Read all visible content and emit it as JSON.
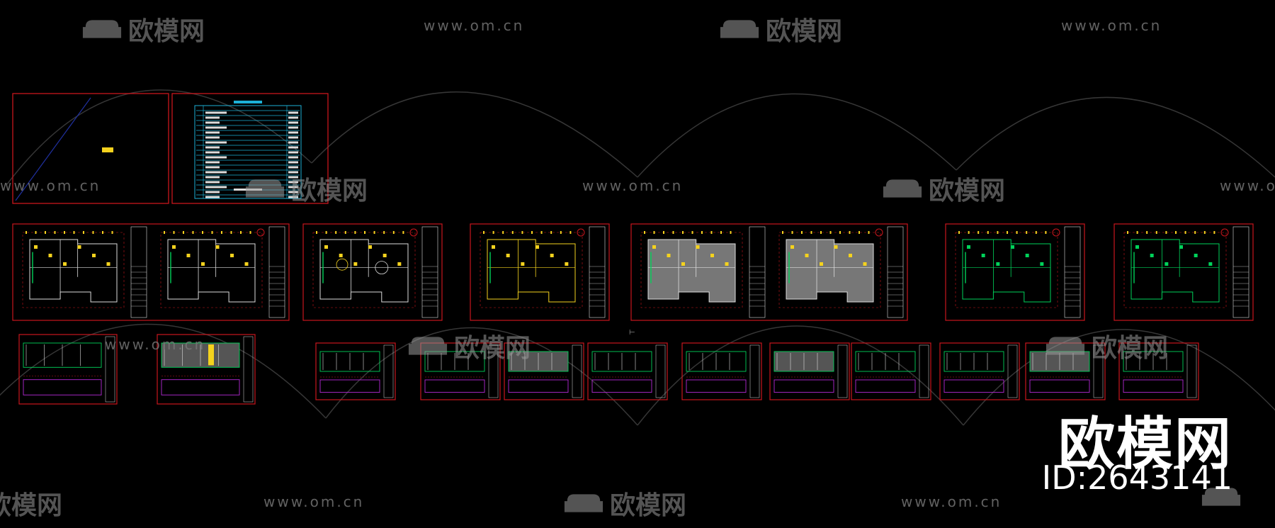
{
  "watermark": {
    "brand": "欧模网",
    "domain": "www.om.cn",
    "id_text": "ID:2643141"
  },
  "sheet_label": "■■",
  "colors": {
    "frame": "#c8161d",
    "green": "#00d25a",
    "yellow": "#f4d21e",
    "cyan": "#1db0d6",
    "magenta": "#b42ad6",
    "white": "#dcdcdc"
  }
}
